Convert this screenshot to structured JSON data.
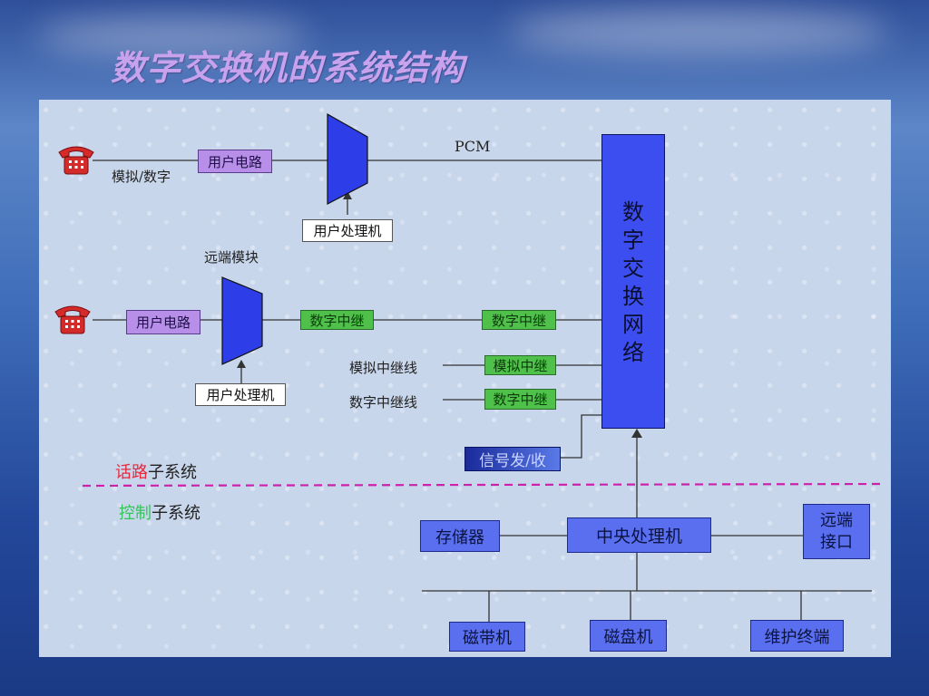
{
  "title": "数字交换机的系统结构",
  "diagram": {
    "user_circuit_1": "用户电路",
    "analog_digital_label": "模拟/数字",
    "user_processor_1": "用户处理机",
    "pcm_label": "PCM",
    "remote_module_label": "远端模块",
    "user_circuit_2": "用户电路",
    "user_processor_2": "用户处理机",
    "digital_trunk_1": "数字中继",
    "digital_trunk_2": "数字中继",
    "analog_trunk_line_label": "模拟中继线",
    "analog_trunk": "模拟中继",
    "digital_trunk_line_label": "数字中继线",
    "digital_trunk_3": "数字中继",
    "switch_network": [
      "数",
      "字",
      "交",
      "换",
      "网",
      "络"
    ],
    "signal_tx_rx": "信号发/收",
    "voice_subsystem_a": "话路",
    "voice_subsystem_b": "子系统",
    "control_subsystem_a": "控制",
    "control_subsystem_b": "子系统",
    "memory": "存储器",
    "cpu": "中央处理机",
    "remote_interface_line1": "远端",
    "remote_interface_line2": "接口",
    "tape_drive": "磁带机",
    "disk_drive": "磁盘机",
    "maintenance_terminal": "维护终端",
    "colors": {
      "voice_red": "#e8283a",
      "control_green": "#35c35a",
      "divider_magenta": "#cc22aa",
      "telephone_red": "#d42a2a"
    }
  }
}
